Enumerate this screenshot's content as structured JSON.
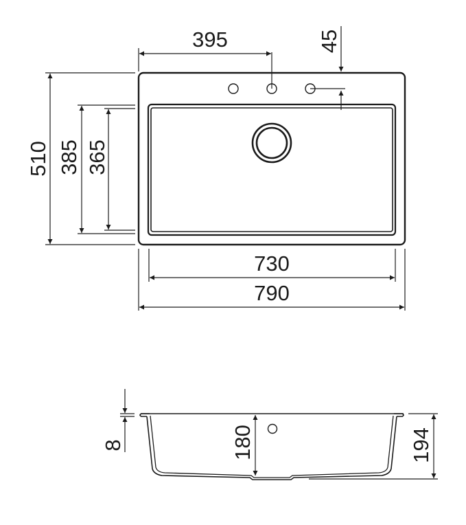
{
  "drawing": {
    "title": "Sink technical drawing",
    "line_color": "#1a1a1a",
    "background": "#ffffff"
  },
  "top_view": {
    "dimensions": {
      "tap_hole_offset": "395",
      "tap_hole_from_edge": "45",
      "overall_depth": "510",
      "bowl_depth_outer": "385",
      "bowl_depth_inner": "365",
      "bowl_width": "730",
      "overall_width": "790"
    },
    "features": [
      "tap-hole-left",
      "tap-hole-center",
      "tap-hole-right",
      "drain"
    ]
  },
  "side_view": {
    "dimensions": {
      "rim_thickness": "8",
      "bowl_height": "180",
      "overall_height": "194"
    },
    "features": [
      "overflow-hole"
    ]
  }
}
